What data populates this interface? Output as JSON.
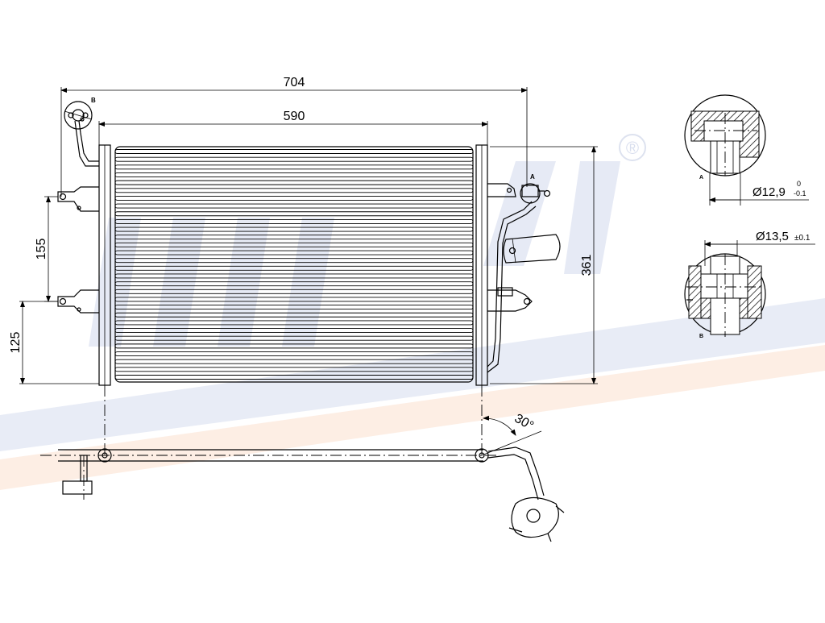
{
  "watermark": {
    "registered_mark": "®"
  },
  "dimensions": {
    "overall_width": "704",
    "core_width": "590",
    "height": "361",
    "mount_spacing": "155",
    "mount_height": "125",
    "pipe_angle": "30°"
  },
  "detail_a": {
    "label": "A",
    "diameter_main": "Ø12,9",
    "tol_upper": "0",
    "tol_lower": "-0.1"
  },
  "detail_b": {
    "label": "B",
    "diameter_main": "Ø13,5",
    "tolerance": "±0.1"
  },
  "callouts": {
    "a": "A",
    "b": "B"
  },
  "fin_count": 30
}
